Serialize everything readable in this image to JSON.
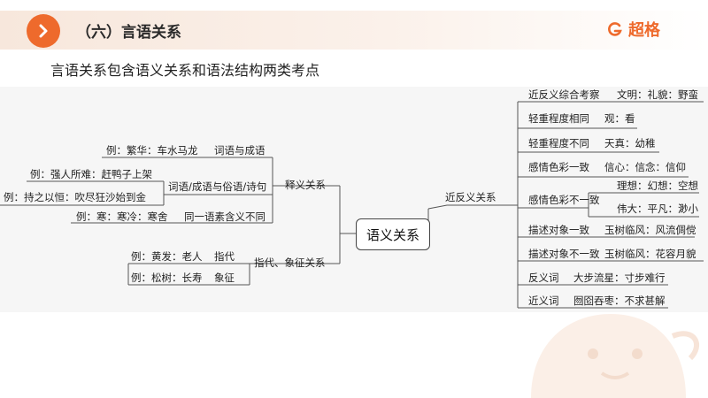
{
  "header": {
    "section_title": "（六）言语关系",
    "brand_name": "超格",
    "brand_color": "#ee6a2c"
  },
  "subtitle": "言语关系包含语义关系和语法结构两类考点",
  "diagram": {
    "center": "语义关系",
    "left": {
      "branch_1": {
        "label": "释义关系",
        "items": [
          {
            "example": "例：繁华：车水马龙",
            "type": "词语与成语"
          },
          {
            "example_a": "例：强人所难：赶鸭子上架",
            "example_b": "例：持之以恒：吹尽狂沙始到金",
            "type": "词语/成语与俗语/诗句"
          },
          {
            "example": "例：寒：寒冷：寒舍",
            "type": "同一语素含义不同"
          }
        ]
      },
      "branch_2": {
        "label": "指代、象征关系",
        "items": [
          {
            "example": "例：黄发：老人",
            "type": "指代"
          },
          {
            "example": "例：松树：长寿",
            "type": "象征"
          }
        ]
      }
    },
    "right": {
      "branch": {
        "label": "近反义关系",
        "items": [
          {
            "type": "近反义综合考察",
            "example": "文明：礼貌：野蛮"
          },
          {
            "type": "轻重程度相同",
            "example": "观：看"
          },
          {
            "type": "轻重程度不同",
            "example": "天真：幼稚"
          },
          {
            "type": "感情色彩一致",
            "example": "信心：信念：信仰"
          },
          {
            "type": "感情色彩不一致",
            "example_a": "理想：幻想：空想",
            "example_b": "伟大：平凡：渺小"
          },
          {
            "type": "描述对象一致",
            "example": "玉树临风：风流倜傥"
          },
          {
            "type": "描述对象不一致",
            "example": "玉树临风：花容月貌"
          },
          {
            "type": "反义词",
            "example": "大步流星：寸步难行"
          },
          {
            "type": "近义词",
            "example": "囫囵吞枣：不求甚解"
          }
        ]
      }
    }
  }
}
